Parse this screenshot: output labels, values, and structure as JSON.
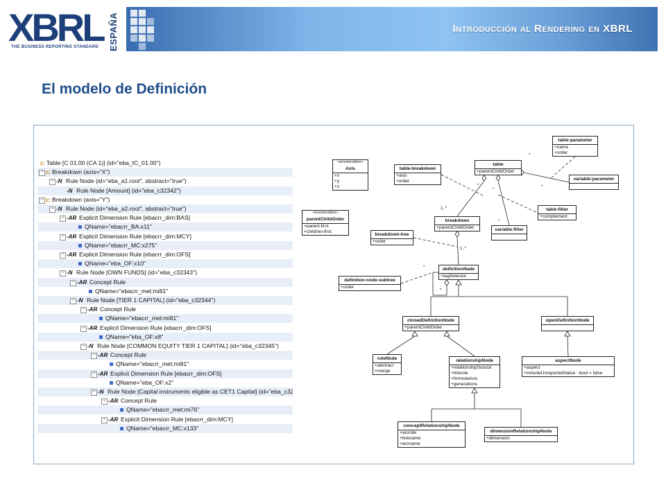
{
  "header": {
    "logo_text": "XBRL",
    "logo_tagline": "THE BUSINESS REPORTING STANDARD",
    "logo_region": "ESPAÑA",
    "banner_title": "Introducción al Rendering en XBRL"
  },
  "page_title": "El modelo de Definición",
  "tree": [
    {
      "indent": 0,
      "exp": "",
      "icon": "flag",
      "text": "Table [C 01.00 (CA 1)] (id=\"eba_tC_01.00\")"
    },
    {
      "indent": 0,
      "exp": "−",
      "icon": "flag",
      "text": "Breakdown (axis=\"X\")"
    },
    {
      "indent": 1,
      "exp": "−",
      "icon": "N",
      "text": "Rule Node (id=\"eba_a1.root\", abstract=\"true\")"
    },
    {
      "indent": 2,
      "exp": "",
      "icon": "N",
      "text": "Rule Node [Amount] (id=\"eba_c32342\")"
    },
    {
      "indent": 0,
      "exp": "−",
      "icon": "flag",
      "text": "Breakdown (axis=\"Y\")"
    },
    {
      "indent": 1,
      "exp": "−",
      "icon": "N",
      "text": "Rule Node (id=\"eba_a2.root\", abstract=\"true\")"
    },
    {
      "indent": 2,
      "exp": "−",
      "icon": "AR",
      "text": "Explicit Dimension Rule [ebacrr_dim:BAS]"
    },
    {
      "indent": 3,
      "exp": "",
      "icon": "sq",
      "text": "QName=\"ebacrr_BA:x11\""
    },
    {
      "indent": 2,
      "exp": "−",
      "icon": "AR",
      "text": "Explicit Dimension Rule [ebacrr_dim:MCY]"
    },
    {
      "indent": 3,
      "exp": "",
      "icon": "sq",
      "text": "QName=\"ebacrr_MC:x275\""
    },
    {
      "indent": 2,
      "exp": "−",
      "icon": "AR",
      "text": "Explicit Dimension Rule [ebacrr_dim:OFS]"
    },
    {
      "indent": 3,
      "exp": "",
      "icon": "sq",
      "text": "QName=\"eba_OF:x10\""
    },
    {
      "indent": 2,
      "exp": "−",
      "icon": "N",
      "text": "Rule Node [OWN FUNDS] (id=\"eba_c32343\")"
    },
    {
      "indent": 3,
      "exp": "−",
      "icon": "AR",
      "text": "Concept Rule"
    },
    {
      "indent": 4,
      "exp": "",
      "icon": "sq",
      "text": "QName=\"ebacrr_met:mi81\""
    },
    {
      "indent": 3,
      "exp": "−",
      "icon": "N",
      "text": "Rule Node [TIER 1 CAPITAL] (id=\"eba_c32344\")"
    },
    {
      "indent": 4,
      "exp": "−",
      "icon": "AR",
      "text": "Concept Rule"
    },
    {
      "indent": 5,
      "exp": "",
      "icon": "sq",
      "text": "QName=\"ebacrr_met:mi81\""
    },
    {
      "indent": 4,
      "exp": "−",
      "icon": "AR",
      "text": "Explicit Dimension Rule [ebacrr_dim:OFS]"
    },
    {
      "indent": 5,
      "exp": "",
      "icon": "sq",
      "text": "QName=\"eba_OF:x8\""
    },
    {
      "indent": 4,
      "exp": "−",
      "icon": "N",
      "text": "Rule Node [COMMON EQUITY TIER 1 CAPITAL] (id=\"eba_c32345\")"
    },
    {
      "indent": 5,
      "exp": "−",
      "icon": "AR",
      "text": "Concept Rule"
    },
    {
      "indent": 6,
      "exp": "",
      "icon": "sq",
      "text": "QName=\"ebacrr_met:mi81\""
    },
    {
      "indent": 5,
      "exp": "−",
      "icon": "AR",
      "text": "Explicit Dimension Rule [ebacrr_dim:OFS]"
    },
    {
      "indent": 6,
      "exp": "",
      "icon": "sq",
      "text": "QName=\"eba_OF:x2\""
    },
    {
      "indent": 5,
      "exp": "−",
      "icon": "N",
      "text": "Rule Node [Capital instruments eligible as CET1 Capital] (id=\"eba_c32"
    },
    {
      "indent": 6,
      "exp": "−",
      "icon": "AR",
      "text": "Concept Rule"
    },
    {
      "indent": 7,
      "exp": "",
      "icon": "sq",
      "text": "QName=\"ebacrr_met:mi76\""
    },
    {
      "indent": 6,
      "exp": "−",
      "icon": "AR",
      "text": "Explicit Dimension Rule [ebacrr_dim:MCY]"
    },
    {
      "indent": 7,
      "exp": "",
      "icon": "sq",
      "text": "QName=\"ebacrr_MC:x133\""
    }
  ],
  "uml": {
    "classes": [
      {
        "id": "axis",
        "stereo": "«enumeration»",
        "name": "Axis",
        "italic": false,
        "attrs": [
          "+x",
          "+y",
          "+z"
        ]
      },
      {
        "id": "table-breakdown",
        "name": "table-breakdown",
        "attrs": [
          "+axis",
          "+order"
        ]
      },
      {
        "id": "table",
        "name": "table",
        "attrs": [
          "+parentChildOrder"
        ]
      },
      {
        "id": "table-parameter",
        "name": "table-parameter",
        "attrs": [
          "+name",
          "+order"
        ]
      },
      {
        "id": "variable-parameter",
        "name": "variable:parameter",
        "attrs": []
      },
      {
        "id": "parentChildOrder",
        "stereo": "«enumeration»",
        "name": "parentChildOrder",
        "attrs": [
          "+parent-first",
          "+children-first"
        ]
      },
      {
        "id": "breakdown",
        "name": "breakdown",
        "attrs": [
          "+parentChildOrder"
        ]
      },
      {
        "id": "variable-filter",
        "name": "variable:filter",
        "attrs": []
      },
      {
        "id": "table-filter",
        "name": "table-filter",
        "attrs": [
          "+complement"
        ]
      },
      {
        "id": "breakdown-tree",
        "name": "breakdown-tree",
        "attrs": [
          "+order"
        ]
      },
      {
        "id": "definitionNode",
        "name": "definitionNode",
        "italic": true,
        "attrs": [
          "+tagSelector"
        ]
      },
      {
        "id": "definition-node-subtree",
        "name": "definition-node-subtree",
        "attrs": [
          "+order"
        ]
      },
      {
        "id": "closedDefinitionNode",
        "name": "closedDefinitionNode",
        "italic": true,
        "attrs": [
          "+parentChildOrder"
        ]
      },
      {
        "id": "openDefinitionNode",
        "name": "openDefinitionNode",
        "italic": true,
        "attrs": []
      },
      {
        "id": "ruleNode",
        "name": "ruleNode",
        "attrs": [
          "+abstract",
          "+merge"
        ]
      },
      {
        "id": "relationshipNode",
        "name": "relationshipNode",
        "italic": true,
        "attrs": [
          "+relationshipSource",
          "+linkrole",
          "+formulaAxis",
          "+generations"
        ]
      },
      {
        "id": "aspectNode",
        "name": "aspectNode",
        "attrs": [
          "+aspect",
          "+includeUnreportedValue : bool = false"
        ]
      },
      {
        "id": "conceptRelationshipNode",
        "name": "conceptRelationshipNode",
        "attrs": [
          "+arcrole",
          "+linkname",
          "+arcname"
        ]
      },
      {
        "id": "dimensionRelationshipNode",
        "name": "dimensionRelationshipNode",
        "attrs": [
          "+dimension"
        ]
      }
    ],
    "multiplicities": [
      "*",
      "*",
      "1..*",
      "*",
      "*",
      "*",
      "1..*",
      "*",
      "*"
    ]
  }
}
